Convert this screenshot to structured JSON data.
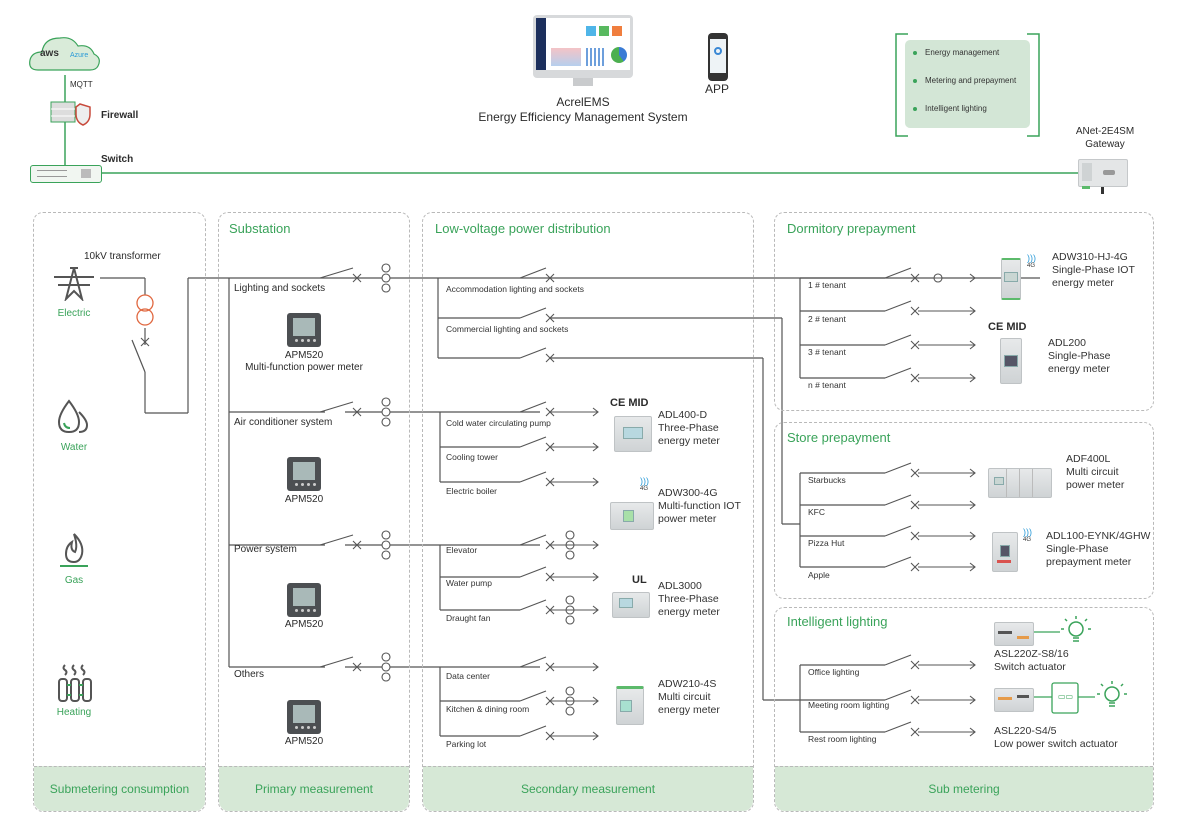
{
  "top": {
    "cloud": {
      "providers": [
        "aws",
        "Azure"
      ]
    },
    "protocol": "MQTT",
    "firewall": "Firewall",
    "switch": "Switch",
    "system": {
      "name": "AcrelEMS",
      "subtitle": "Energy Efficiency Management System"
    },
    "app": "APP",
    "features": [
      "Energy management",
      "Metering and prepayment",
      "Intelligent lighting"
    ],
    "gateway": {
      "model": "ANet-2E4SM",
      "type": "Gateway"
    }
  },
  "colors": {
    "accent": "#3aa35a",
    "panel_footer": "#d6e8d6",
    "wire": "#555555",
    "transformer": "#e0673f"
  },
  "panels": {
    "submetering": {
      "footer": "Submetering consumption",
      "transformer_label": "10kV transformer",
      "sources": [
        {
          "label": "Electric",
          "icon": "power-tower-icon"
        },
        {
          "label": "Water",
          "icon": "water-drop-icon"
        },
        {
          "label": "Gas",
          "icon": "gas-flame-icon"
        },
        {
          "label": "Heating",
          "icon": "radiator-icon"
        }
      ]
    },
    "primary": {
      "title": "Substation",
      "footer": "Primary measurement",
      "feeders": [
        "Lighting and sockets",
        "Air conditioner system",
        "Power system",
        "Others"
      ],
      "meters": [
        {
          "model": "APM520",
          "desc": "Multi-function power meter"
        },
        {
          "model": "APM520",
          "desc": ""
        },
        {
          "model": "APM520",
          "desc": ""
        },
        {
          "model": "APM520",
          "desc": ""
        }
      ]
    },
    "secondary": {
      "title": "Low-voltage power distribution",
      "footer": "Secondary measurement",
      "branches_lighting": [
        "Accommodation lighting and sockets",
        "Commercial lighting and sockets"
      ],
      "branches_ac": [
        "Cold water circulating pump",
        "Cooling tower",
        "Electric boiler"
      ],
      "branches_power": [
        "Elevator",
        "Water pump",
        "Draught fan"
      ],
      "branches_others": [
        "Data center",
        "Kitchen & dining room",
        "Parking lot"
      ],
      "products": [
        {
          "cert": "CE MID",
          "model": "ADL400-D",
          "line2": "Three-Phase",
          "line3": "energy meter"
        },
        {
          "cert": "4G",
          "model": "ADW300-4G",
          "line2": "Multi-function IOT",
          "line3": "power meter"
        },
        {
          "cert": "UL",
          "model": "ADL3000",
          "line2": "Three-Phase",
          "line3": "energy meter"
        },
        {
          "cert": "",
          "model": "ADW210-4S",
          "line2": "Multi circuit",
          "line3": "energy meter"
        }
      ]
    },
    "dormitory": {
      "title": "Dormitory prepayment",
      "tenants": [
        "1 # tenant",
        "2 # tenant",
        "3 # tenant",
        "n # tenant"
      ],
      "products": [
        {
          "cert": "4G",
          "model": "ADW310-HJ-4G",
          "line2": "Single-Phase IOT",
          "line3": "energy meter"
        },
        {
          "cert": "CE MID",
          "model": "ADL200",
          "line2": "Single-Phase",
          "line3": "energy meter"
        }
      ]
    },
    "store": {
      "title": "Store prepayment",
      "stores": [
        "Starbucks",
        "KFC",
        "Pizza Hut",
        "Apple"
      ],
      "products": [
        {
          "cert": "",
          "model": "ADF400L",
          "line2": "Multi circuit",
          "line3": "power meter"
        },
        {
          "cert": "4G",
          "model": "ADL100-EYNK/4GHW",
          "line2": "Single-Phase",
          "line3": "prepayment meter"
        }
      ]
    },
    "lighting": {
      "title": "Intelligent lighting",
      "footer": "Sub metering",
      "circuits": [
        "Office lighting",
        "Meeting room lighting",
        "Rest room lighting"
      ],
      "products": [
        {
          "model": "ASL220Z-S8/16",
          "line2": "Switch actuator"
        },
        {
          "model": "ASL220-S4/5",
          "line2": "Low power switch actuator"
        }
      ]
    }
  }
}
